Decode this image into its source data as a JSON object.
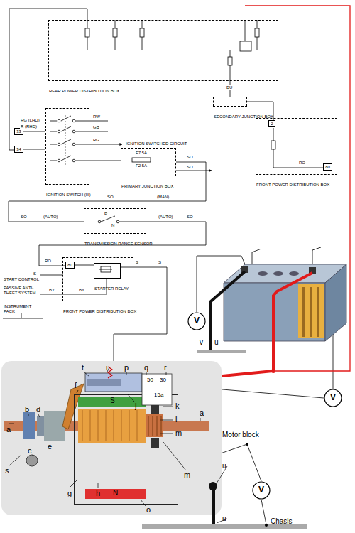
{
  "diagram": {
    "nodes": [
      {
        "text": [
          "REAR POWER DISTRIBUTION BOX"
        ]
      },
      {
        "text": [
          "33"
        ]
      },
      {
        "text": [
          "34"
        ]
      },
      {
        "text": [
          "IGNITION SWITCH (III)"
        ]
      },
      {
        "text": [
          "PRIMARY JUNCTION BOX"
        ]
      },
      {
        "text": [
          "SECONDARY JUNCTION BOX"
        ]
      },
      {
        "text": [
          "FRONT POWER DISTRIBUTION BOX"
        ]
      },
      {
        "text": [
          "2"
        ],
        "in": 6
      },
      {
        "text": [
          "80"
        ],
        "in": 6
      },
      {
        "text": [
          "TRANSMISSION RANGE SENSOR"
        ]
      },
      {
        "text": [
          "FRONT POWER DISTRIBUTION BOX"
        ]
      },
      {
        "text": [
          "80"
        ],
        "in": 10
      },
      {
        "text": [
          "STARTER RELAY"
        ],
        "in": 10
      },
      {
        "text": [
          "V"
        ]
      },
      {
        "text": [
          "V"
        ]
      },
      {
        "text": [
          "V"
        ]
      }
    ],
    "edges": [
      {
        "from": 0,
        "to": 5,
        "arrow": "none",
        "label": "BU"
      },
      {
        "from": 5,
        "to": 7,
        "arrow": "none"
      },
      {
        "from": 0,
        "to": 2,
        "arrow": "none"
      },
      {
        "from": 1,
        "to": 3,
        "arrow": "none"
      },
      {
        "from": 2,
        "to": 3,
        "arrow": "none"
      },
      {
        "from": 3,
        "to": 4,
        "arrow": "none"
      },
      {
        "from": 4,
        "to": 9,
        "arrow": "none"
      },
      {
        "from": 9,
        "to": 11,
        "arrow": "none"
      },
      {
        "from": 11,
        "to": 12,
        "arrow": "none"
      }
    ],
    "labels": [
      "RG (LHD)",
      "R (RHD)",
      "RW",
      "GB",
      "RG",
      "IGNITION SWITCHED CIRCUIT",
      "F7 5A",
      "F2 5A",
      "SO",
      "SO",
      "RO",
      "(MAN)",
      "SO",
      "SO",
      "(AUTO)",
      "SO",
      "(AUTO)",
      "P",
      "N",
      "RO",
      "S",
      "S",
      "S",
      "BY",
      "BY",
      "START CONTROL",
      "PASSIVE ANTI-THEFT SYSTEM",
      "INSTRUMENT PACK",
      "v",
      "u",
      "a",
      "b",
      "d",
      "c",
      "s",
      "e",
      "f",
      "t",
      "i",
      "p",
      "q",
      "r",
      "j",
      "k",
      "l",
      "m",
      "a",
      "m",
      "g",
      "h",
      "o",
      "50",
      "30",
      "15a",
      "S",
      "N",
      "Motor block",
      "u",
      "u",
      "Chasis"
    ]
  }
}
